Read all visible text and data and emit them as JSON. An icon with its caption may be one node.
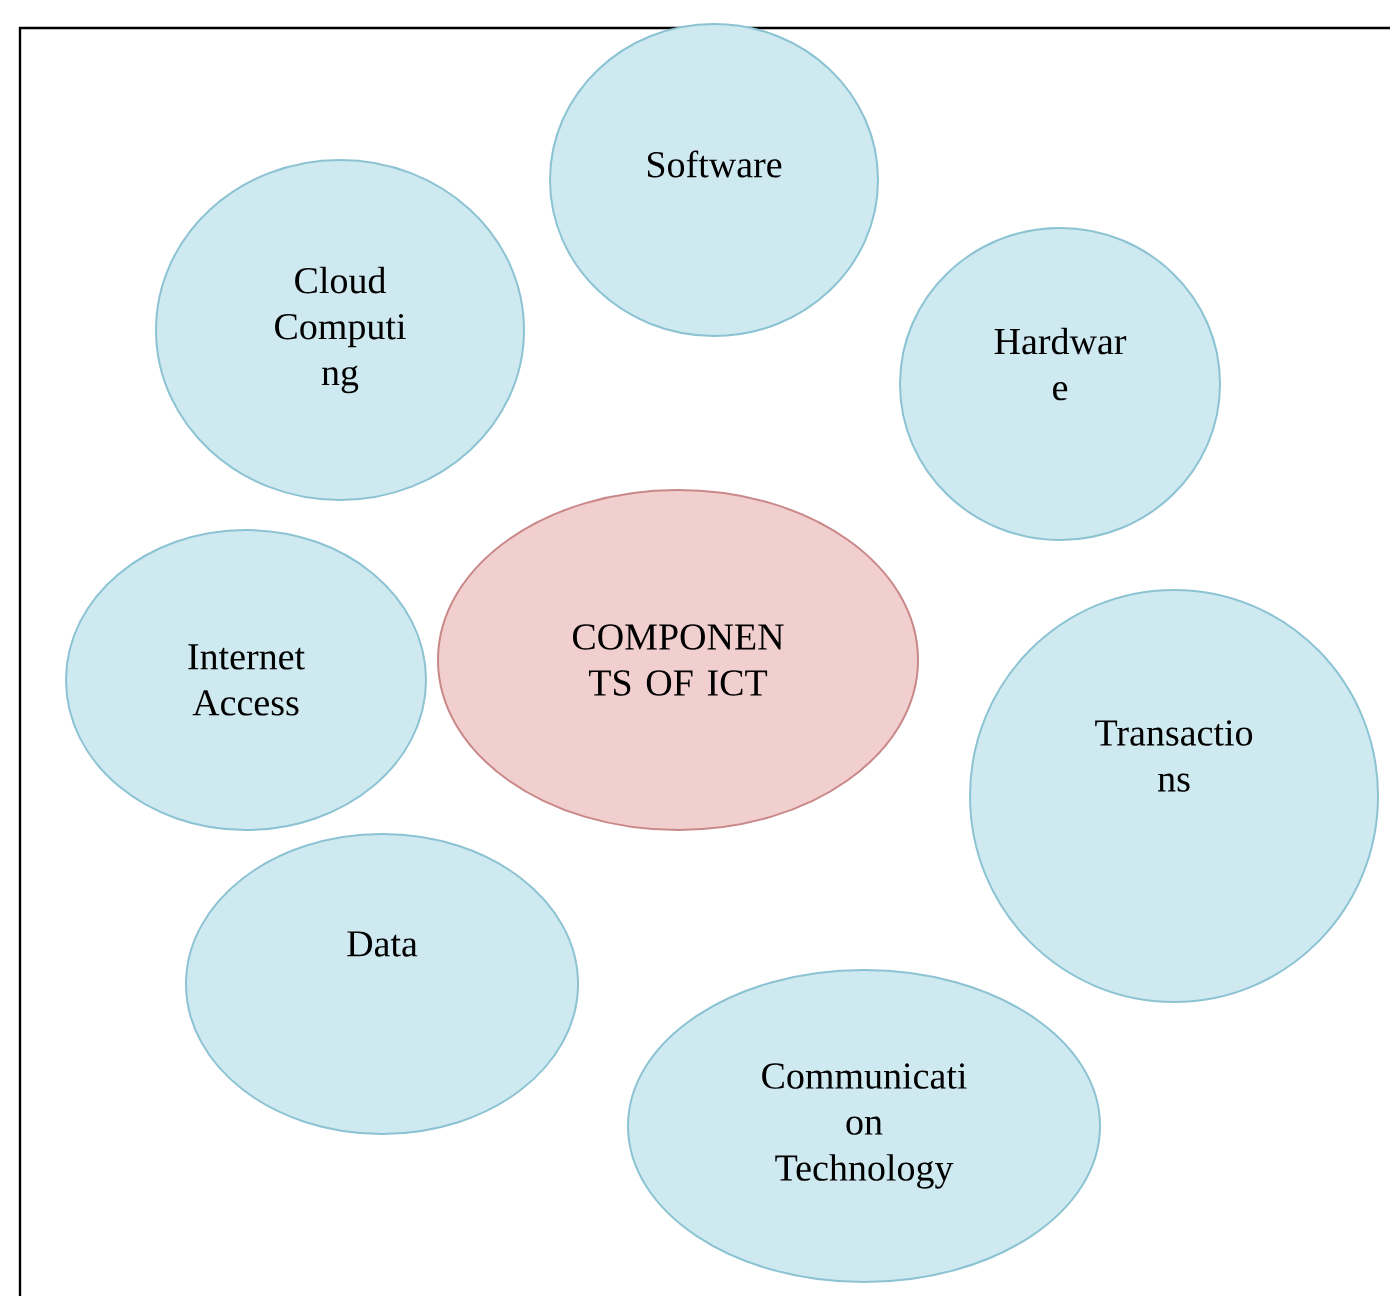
{
  "diagram": {
    "nodes": [
      {
        "text": [
          "Software"
        ]
      },
      {
        "text": [
          "Cloud Computi ng"
        ]
      },
      {
        "text": [
          "Hardwar e"
        ]
      },
      {
        "text": [
          "COMPONEN TS OF ICT"
        ]
      },
      {
        "text": [
          "Internet Access"
        ]
      },
      {
        "text": [
          "Transactio ns"
        ]
      },
      {
        "text": [
          "Data"
        ]
      },
      {
        "text": [
          "Communicati on Technology"
        ]
      }
    ]
  }
}
